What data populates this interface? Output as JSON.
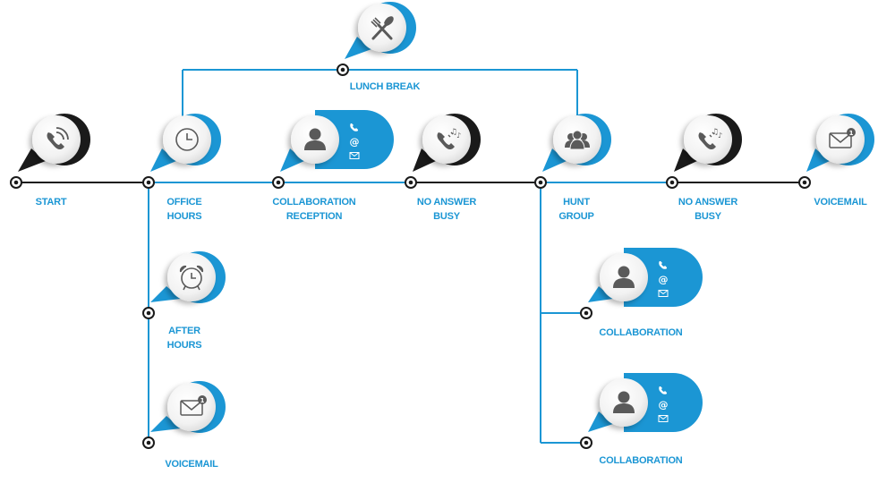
{
  "colors": {
    "blue": "#1b96d4",
    "dark": "#1a1a1a",
    "icon": "#5a5a5a",
    "bubble_light": "#f4f4f4"
  },
  "nodes": [
    {
      "id": "start",
      "lines": [
        "START"
      ],
      "icon": "phone-ringing-icon",
      "accent": "dark"
    },
    {
      "id": "office-hours",
      "lines": [
        "OFFICE",
        "HOURS"
      ],
      "icon": "clock-icon",
      "accent": "blue"
    },
    {
      "id": "collaboration-reception",
      "lines": [
        "COLLABORATION",
        "RECEPTION"
      ],
      "icon": "user-icon",
      "accent": "blue",
      "channels": [
        "phone-icon",
        "at-icon",
        "mail-icon"
      ]
    },
    {
      "id": "no-answer-busy-1",
      "lines": [
        "NO ANSWER",
        "BUSY"
      ],
      "icon": "phone-music-icon",
      "accent": "dark"
    },
    {
      "id": "hunt-group",
      "lines": [
        "HUNT",
        "GROUP"
      ],
      "icon": "group-icon",
      "accent": "blue"
    },
    {
      "id": "no-answer-busy-2",
      "lines": [
        "NO ANSWER",
        "BUSY"
      ],
      "icon": "phone-music-icon",
      "accent": "dark"
    },
    {
      "id": "voicemail-main",
      "lines": [
        "VOICEMAIL"
      ],
      "icon": "voicemail-icon",
      "accent": "blue",
      "badge": "1"
    },
    {
      "id": "lunch-break",
      "lines": [
        "LUNCH BREAK"
      ],
      "icon": "fork-knife-icon",
      "accent": "blue"
    },
    {
      "id": "after-hours",
      "lines": [
        "AFTER",
        "HOURS"
      ],
      "icon": "alarm-clock-icon",
      "accent": "blue"
    },
    {
      "id": "voicemail-after",
      "lines": [
        "VOICEMAIL"
      ],
      "icon": "voicemail-icon",
      "accent": "blue",
      "badge": "1"
    },
    {
      "id": "collaboration-1",
      "lines": [
        "COLLABORATION"
      ],
      "icon": "user-icon",
      "accent": "blue",
      "channels": [
        "phone-icon",
        "at-icon",
        "mail-icon"
      ]
    },
    {
      "id": "collaboration-2",
      "lines": [
        "COLLABORATION"
      ],
      "icon": "user-icon",
      "accent": "blue",
      "channels": [
        "phone-icon",
        "at-icon",
        "mail-icon"
      ]
    }
  ]
}
